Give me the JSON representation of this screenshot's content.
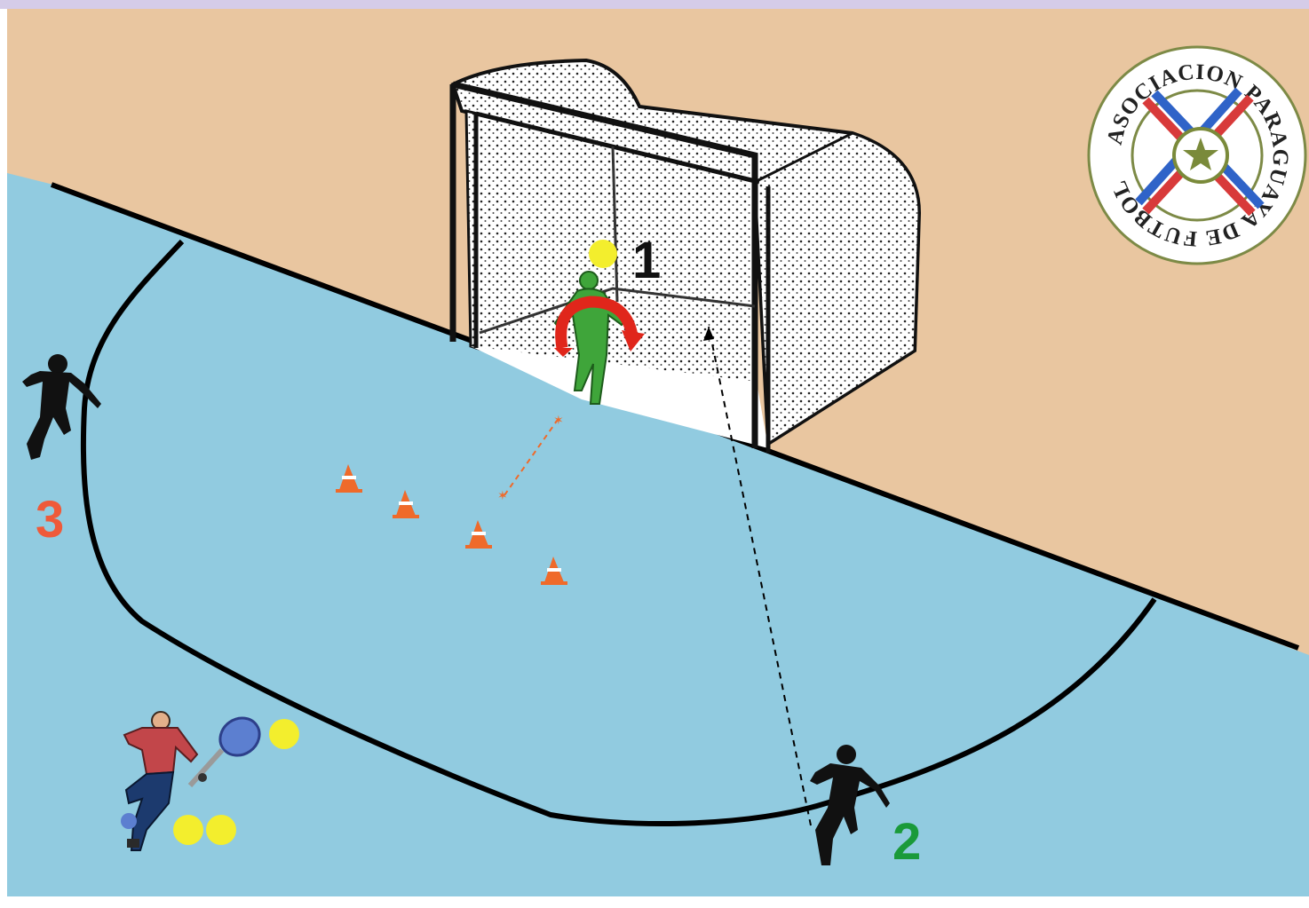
{
  "diagram": {
    "labels": {
      "keeper_number": "1",
      "player_right_number": "2",
      "player_left_number": "3"
    },
    "logo": {
      "ring_text": "ASOCIACION PARAGUAYA DE FUTBOL"
    },
    "colors": {
      "wall": "#e9c6a0",
      "court": "#91cbe0",
      "top_bar": "#d5cce8",
      "line": "#000000",
      "keeper": "#3fa53a",
      "rotation_arrow": "#e0261b",
      "ball": "#f3ee2d",
      "cone": "#ef6a2a",
      "label_3": "#ef5a3a",
      "label_2": "#1a9a3a",
      "label_1": "#111111",
      "coach_shirt": "#c2464a",
      "coach_pants": "#1c3a6e",
      "racket": "#5c7fd0",
      "logo_red": "#d83a3a",
      "logo_blue": "#2f63c8",
      "logo_star": "#7a8a3a"
    },
    "icons": [
      "goal-net-icon",
      "goalkeeper-icon",
      "rotation-arrow-icon",
      "cone-icon",
      "player-silhouette-icon",
      "coach-icon",
      "tennis-racket-icon",
      "tennis-ball-icon",
      "federation-logo-icon"
    ]
  }
}
